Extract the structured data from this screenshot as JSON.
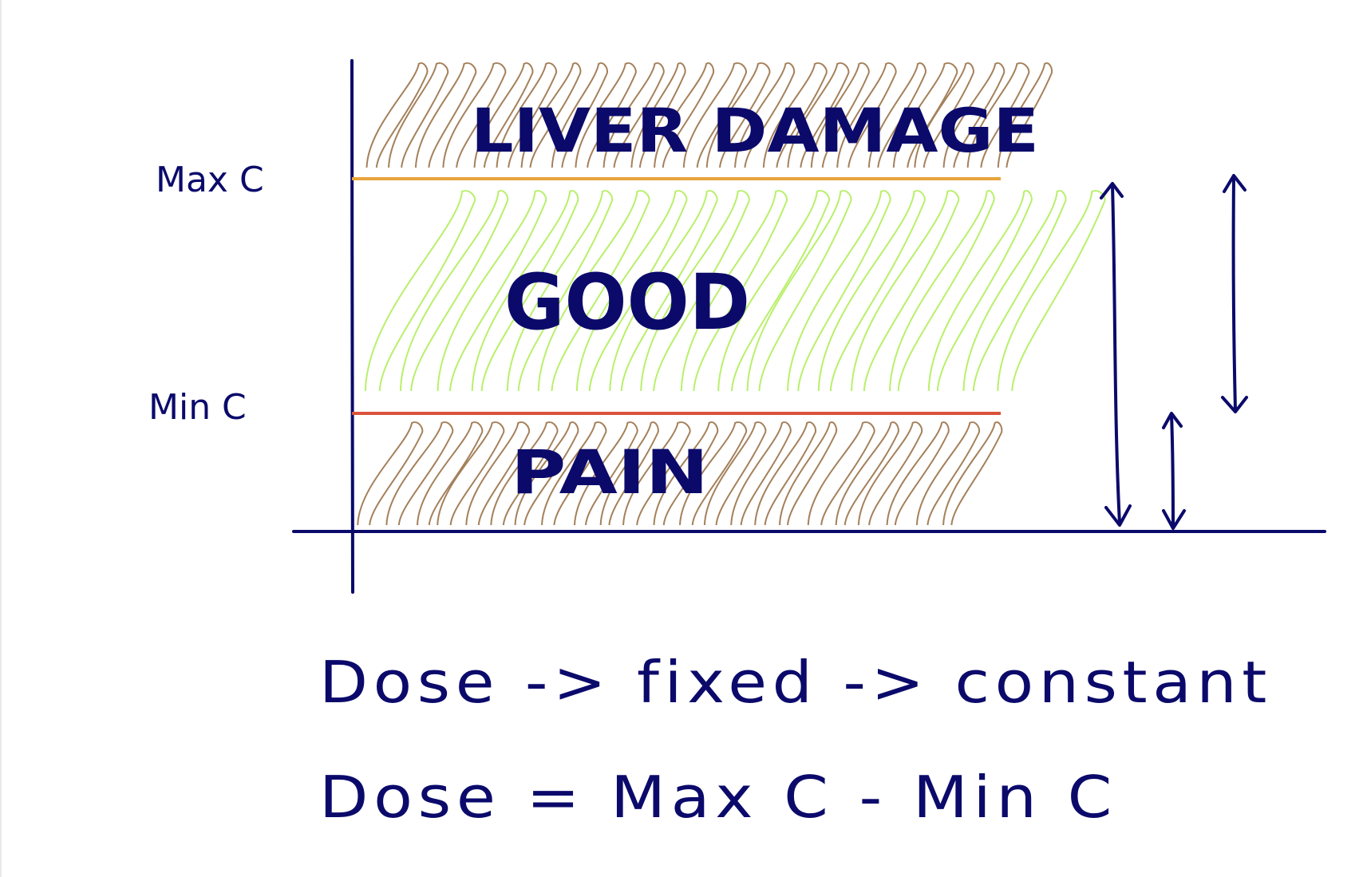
{
  "labels": {
    "max_c": "Max C",
    "min_c": "Min C"
  },
  "bands": {
    "top": "LIVER DAMAGE",
    "middle": "GOOD",
    "bottom": "PAIN"
  },
  "notes": {
    "line1": "Dose -> fixed -> constant",
    "line2": "Dose = Max C - Min C"
  },
  "colors": {
    "ink": "#0b0a6b",
    "max_line": "#e8a43c",
    "min_line": "#d9533a",
    "hatch_brown": "#a07a52",
    "hatch_green": "#b8f06a"
  }
}
